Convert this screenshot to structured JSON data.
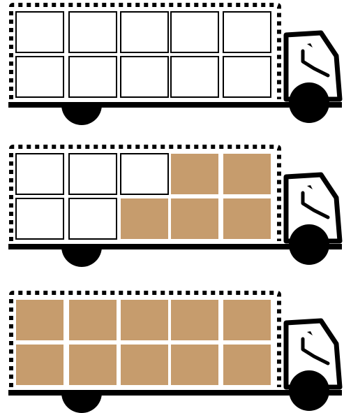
{
  "colors": {
    "box_fill": "#c69c6d",
    "empty_fill": "#ffffff",
    "ink": "#000000"
  },
  "grid": {
    "rows": 2,
    "columns": 5
  },
  "trucks": [
    {
      "name": "empty",
      "filled_cells": [],
      "filled_count": 0,
      "capacity": 10
    },
    {
      "name": "partial",
      "filled_cells": [
        [
          0,
          3
        ],
        [
          0,
          4
        ],
        [
          1,
          2
        ],
        [
          1,
          3
        ],
        [
          1,
          4
        ]
      ],
      "filled_count": 5,
      "capacity": 10
    },
    {
      "name": "full",
      "filled_cells": [
        [
          0,
          0
        ],
        [
          0,
          1
        ],
        [
          0,
          2
        ],
        [
          0,
          3
        ],
        [
          0,
          4
        ],
        [
          1,
          0
        ],
        [
          1,
          1
        ],
        [
          1,
          2
        ],
        [
          1,
          3
        ],
        [
          1,
          4
        ]
      ],
      "filled_count": 10,
      "capacity": 10
    }
  ]
}
